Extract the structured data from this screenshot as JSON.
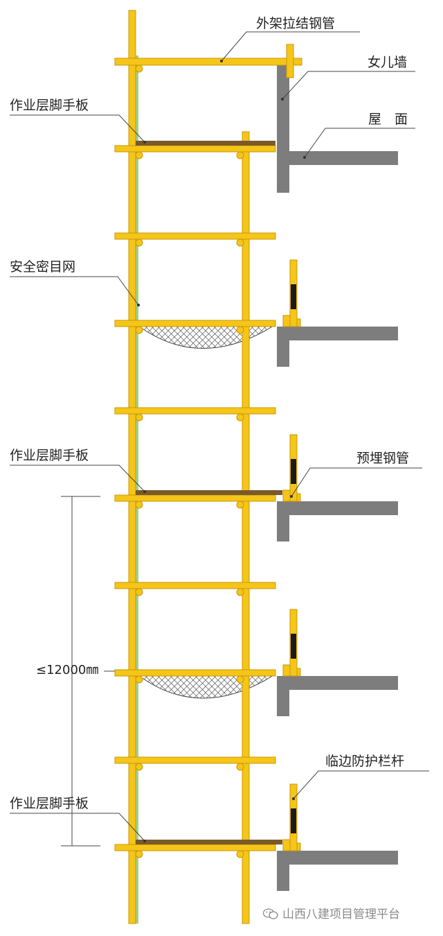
{
  "labels": {
    "tie_tube": "外架拉结钢管",
    "parapet": "女儿墙",
    "roof": "屋　面",
    "work_board": "作业层脚手板",
    "safety_net": "安全密目网",
    "embedded_tube": "预埋钢管",
    "guard_rail": "临边防护栏杆",
    "max_height": "≤12000㎜"
  },
  "watermark": {
    "text": "山西八建项目管理平台",
    "icon": "wechat-icon"
  },
  "colors": {
    "scaffold_tube": "#f5c518",
    "tube_outline": "#c9970a",
    "board": "#7a5a2a",
    "net_green": "#9fd28a",
    "slab": "#7d7d7d",
    "rail_black": "#1a1a1a"
  }
}
